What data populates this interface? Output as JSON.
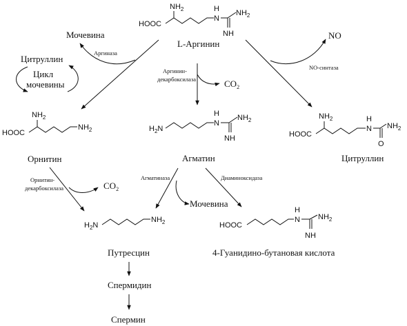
{
  "compounds": {
    "arginine": "L-Аргинин",
    "ornithine": "Орнитин",
    "agmatine": "Агматин",
    "citrulline_right": "Цитруллин",
    "putrescine": "Путресцин",
    "spermidine": "Спермидин",
    "spermine": "Спермин",
    "guanidinobutanoic": "4-Гуанидино-бутановая кислота"
  },
  "byproducts": {
    "urea_top": "Мочевина",
    "urea_mid": "Мочевина",
    "no": "NO",
    "co2_label": "CO",
    "co2_sub": "2",
    "co2b_label": "CO",
    "co2b_sub": "2"
  },
  "cycle": {
    "citrulline": "Цитруллин",
    "line1": "Цикл",
    "line2": "мочевины"
  },
  "enzymes": {
    "arginase": "Аргиназа",
    "no_synthase": "NO-синтаза",
    "adc_line1": "Аргинин-",
    "adc_line2": "декарбоксилаза",
    "odc_line1": "Орнитин-",
    "odc_line2": "декарбоксилаза",
    "agmatinase": "Агматиназа",
    "diamine_oxidase": "Диаминоксидаза"
  },
  "atoms": {
    "nh2": "NH",
    "nh": "NH",
    "h": "H",
    "n": "N",
    "two": "2",
    "hooc": "HOOC",
    "o": "O"
  }
}
